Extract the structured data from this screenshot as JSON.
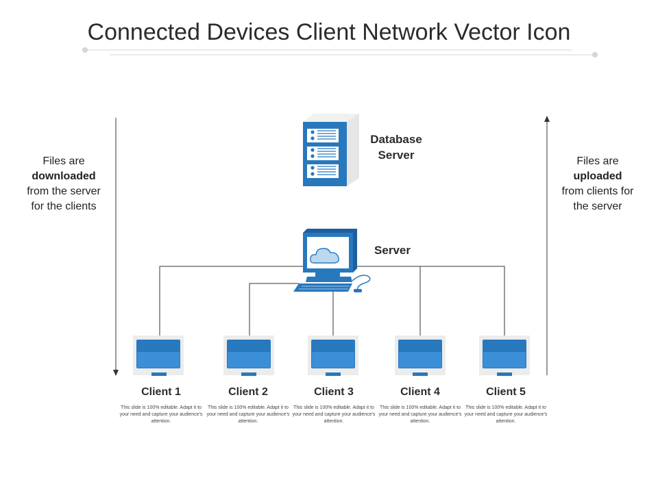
{
  "title": "Connected Devices Client Network Vector Icon",
  "left_note": {
    "line1": "Files are",
    "bold": "downloaded",
    "line3": "from the server",
    "line4": "for the clients"
  },
  "right_note": {
    "line1": "Files are",
    "bold": "uploaded",
    "line3": "from clients for",
    "line4": "the server"
  },
  "database_label": {
    "line1": "Database",
    "line2": "Server"
  },
  "server_label": "Server",
  "clients": [
    {
      "name": "Client 1",
      "desc": "This slide is 100% editable. Adapt it to your need and capture your audience's attention."
    },
    {
      "name": "Client 2",
      "desc": "This slide is 100% editable. Adapt it to your need and capture your audience's attention."
    },
    {
      "name": "Client 3",
      "desc": "This slide is 100% editable. Adapt it to your need and capture your audience's attention."
    },
    {
      "name": "Client 4",
      "desc": "This slide is 100% editable. Adapt it to your need and capture your audience's attention."
    },
    {
      "name": "Client 5",
      "desc": "This slide is 100% editable. Adapt it to your need and capture your audience's attention."
    }
  ],
  "colors": {
    "accent": "#2878be",
    "accent_dark": "#1d5f9c",
    "line": "#333333"
  },
  "icons": {
    "database": "database-server-icon",
    "server": "server-computer-icon",
    "client": "monitor-icon",
    "cloud": "cloud-icon"
  }
}
